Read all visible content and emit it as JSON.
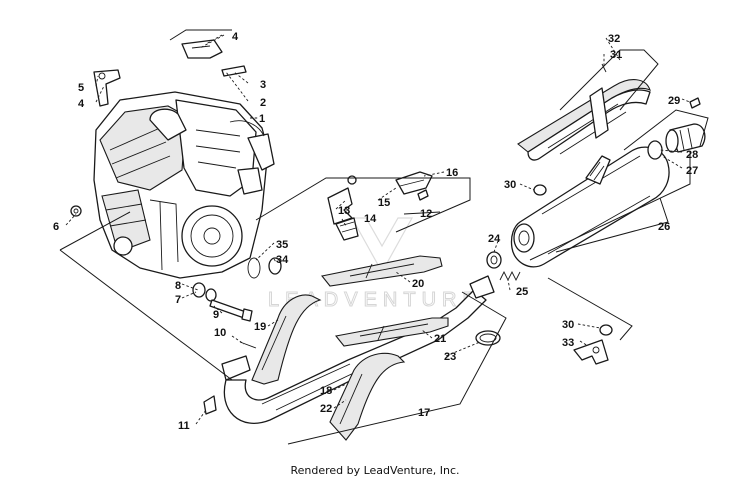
{
  "watermark": "LEADVENTURE",
  "footer": "Rendered by LeadVenture, Inc.",
  "callouts": {
    "c1": "1",
    "c2": "2",
    "c3": "3",
    "c4a": "4",
    "c4b": "4",
    "c5": "5",
    "c6": "6",
    "c7": "7",
    "c8": "8",
    "c9": "9",
    "c10": "10",
    "c11": "11",
    "c12": "12",
    "c13": "13",
    "c14": "14",
    "c15": "15",
    "c16": "16",
    "c17": "17",
    "c18": "18",
    "c19": "19",
    "c20": "20",
    "c21": "21",
    "c22": "22",
    "c23": "23",
    "c24": "24",
    "c25": "25",
    "c26": "26",
    "c27": "27",
    "c28": "28",
    "c29": "29",
    "c30a": "30",
    "c30b": "30",
    "c31": "31",
    "c32": "32",
    "c33": "33",
    "c34": "34",
    "c35": "35"
  }
}
